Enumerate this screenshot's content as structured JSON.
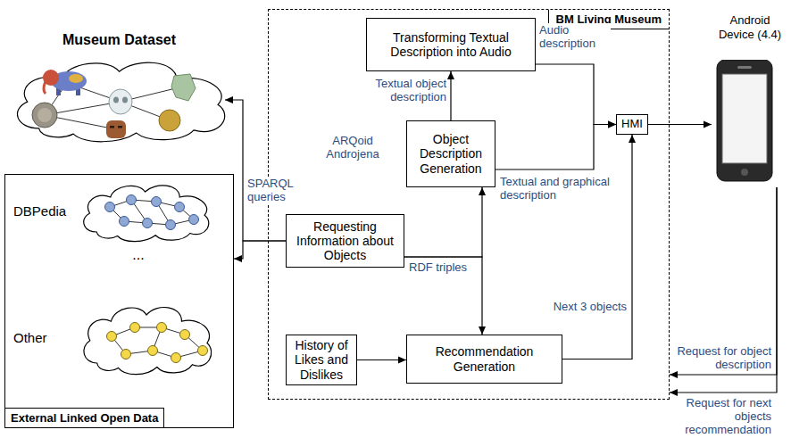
{
  "diagram": {
    "nodes": [
      {
        "text": [
          "Museum Dataset"
        ]
      },
      {
        "text": [
          "External Linked Open Data"
        ]
      },
      {
        "text": [
          "DBPedia"
        ],
        "in": 1
      },
      {
        "text": [
          "Other"
        ],
        "in": 1
      },
      {
        "text": [
          "BM Living Museum"
        ]
      },
      {
        "text": [
          "Transforming Textual Description into Audio"
        ],
        "in": 4
      },
      {
        "text": [
          "Object Description Generation"
        ],
        "in": 4
      },
      {
        "text": [
          "Requesting Information about Objects"
        ],
        "in": 4
      },
      {
        "text": [
          "History of Likes and Dislikes"
        ],
        "in": 4
      },
      {
        "text": [
          "Recommendation Generation"
        ],
        "in": 4
      },
      {
        "text": [
          "HMI"
        ],
        "in": 4
      },
      {
        "text": [
          "Android Device (4.4)"
        ]
      }
    ],
    "edges": [
      {
        "from": 7,
        "to": 0,
        "arrow": "to",
        "label": "SPARQL queries"
      },
      {
        "from": 7,
        "to": 1,
        "arrow": "to"
      },
      {
        "from": 7,
        "to": 6,
        "arrow": "to",
        "label": "RDF triples"
      },
      {
        "from": 7,
        "to": 9,
        "arrow": "to"
      },
      {
        "from": 6,
        "to": 5,
        "arrow": "to",
        "label": "Textual object description"
      },
      {
        "from": 5,
        "to": 10,
        "arrow": "to",
        "label": "Audio description"
      },
      {
        "from": 6,
        "to": 10,
        "arrow": "to",
        "label": "Textual and graphical description"
      },
      {
        "from": 8,
        "to": 9,
        "arrow": "to"
      },
      {
        "from": 9,
        "to": 10,
        "arrow": "to",
        "label": "Next 3 objects"
      },
      {
        "from": 10,
        "to": 11,
        "arrow": "to"
      },
      {
        "from": 11,
        "to": 4,
        "arrow": "to",
        "label": "Request for object description"
      },
      {
        "from": 11,
        "to": 4,
        "arrow": "to",
        "label": "Request for next objects recommendation"
      }
    ],
    "labels": [
      "ARQoid Androjena",
      "..."
    ]
  }
}
